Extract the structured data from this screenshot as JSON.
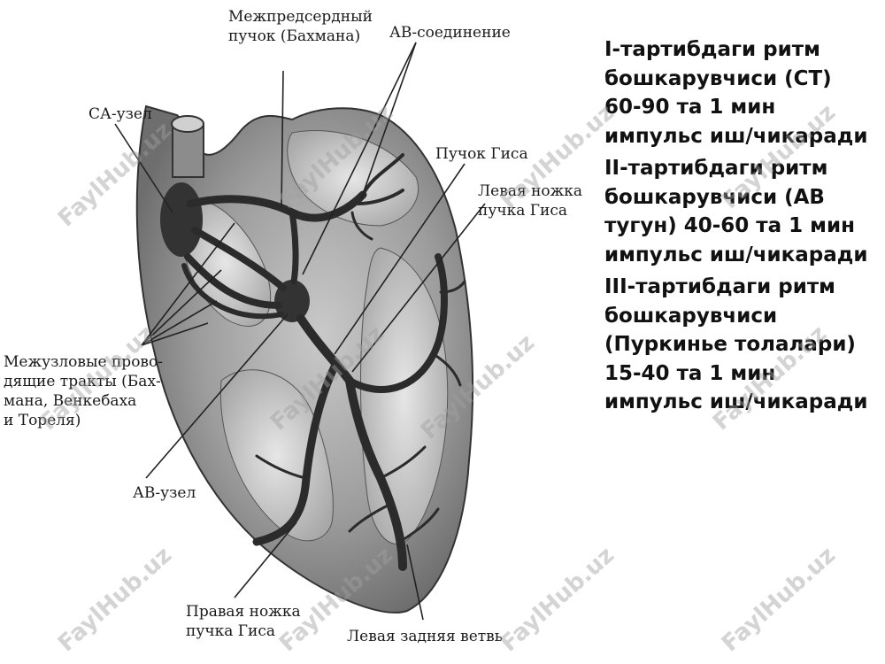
{
  "diagram": {
    "labels": {
      "bachmann": "Межпредсердный\nпучок (Бахмана)",
      "av_junction": "АВ-соединение",
      "sa_node": "СА-узел",
      "his_bundle": "Пучок Гиса",
      "left_bundle": "Левая ножка\nпучка Гиса",
      "internodal": "Межузловые прово-\nдящие тракты (Бах-\nмана, Венкебаха\nи Тореля)",
      "av_node": "АВ-узел",
      "right_bundle": "Правая ножка\nпучка Гиса",
      "left_posterior": "Левая задняя ветвь"
    }
  },
  "text": {
    "p1": "I-тартибдаги ритм бошкарувчиси  (СТ) 60-90 та 1 мин импульс иш/чикаради",
    "p2": " II-тартибдаги ритм бошкарувчиси (АВ тугун) 40-60 та 1 мин импульс иш/чикаради",
    "p3": "III-тартибдаги ритм бошкарувчиси (Пуркинье толалари) 15-40 та 1 мин импульс иш/чикаради"
  },
  "watermark": "FaylHub.uz"
}
